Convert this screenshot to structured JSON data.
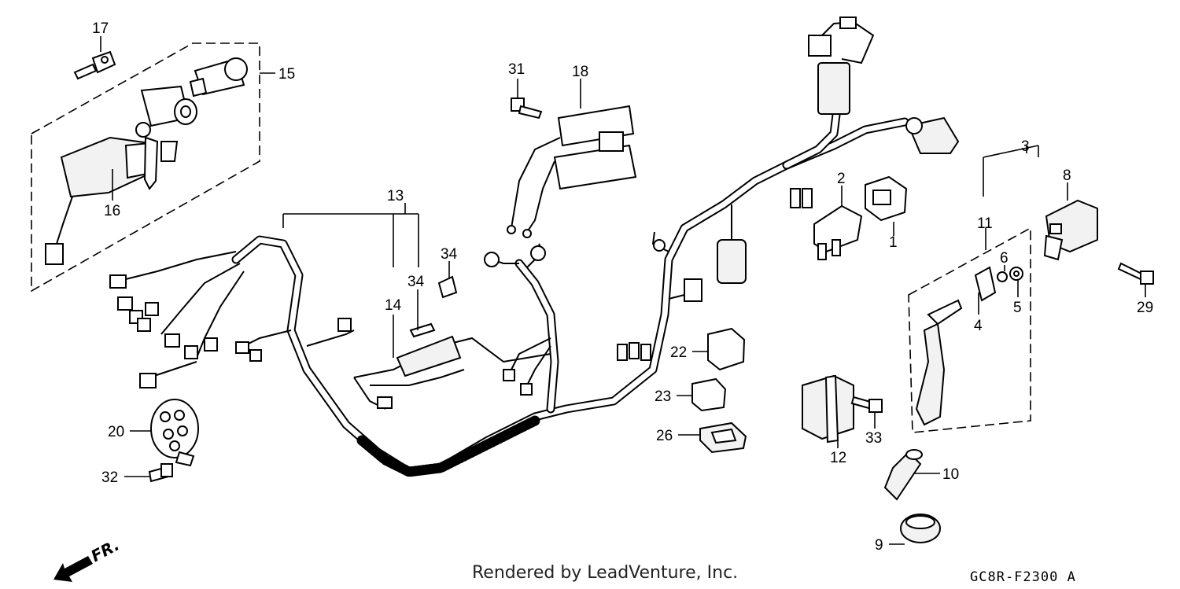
{
  "callouts": {
    "c1": "1",
    "c2": "2",
    "c3": "3",
    "c4": "4",
    "c5": "5",
    "c6": "6",
    "c8": "8",
    "c9": "9",
    "c10": "10",
    "c11": "11",
    "c12": "12",
    "c13": "13",
    "c14": "14",
    "c15": "15",
    "c16": "16",
    "c17": "17",
    "c18": "18",
    "c20": "20",
    "c22": "22",
    "c23": "23",
    "c26": "26",
    "c29": "29",
    "c31": "31",
    "c32": "32",
    "c33": "33",
    "c34a": "34",
    "c34b": "34"
  },
  "footer": {
    "credit": "Rendered by LeadVenture, Inc.",
    "diagram_code": "GC8R-F2300 A",
    "direction_label": "FR."
  },
  "colors": {
    "line": "#000000",
    "background": "#ffffff"
  }
}
